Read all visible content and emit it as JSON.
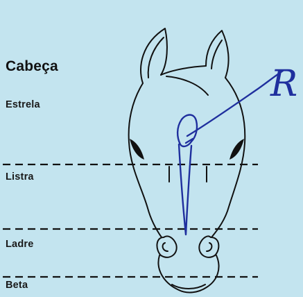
{
  "diagram": {
    "title": "Cabeça",
    "labels": {
      "estrela": "Estrela",
      "listra": "Listra",
      "ladre": "Ladre",
      "beta": "Beta"
    },
    "annotation": "R",
    "colors": {
      "background": "#c3e4ef",
      "line": "#111111",
      "annotation": "#1f2f9e"
    }
  }
}
